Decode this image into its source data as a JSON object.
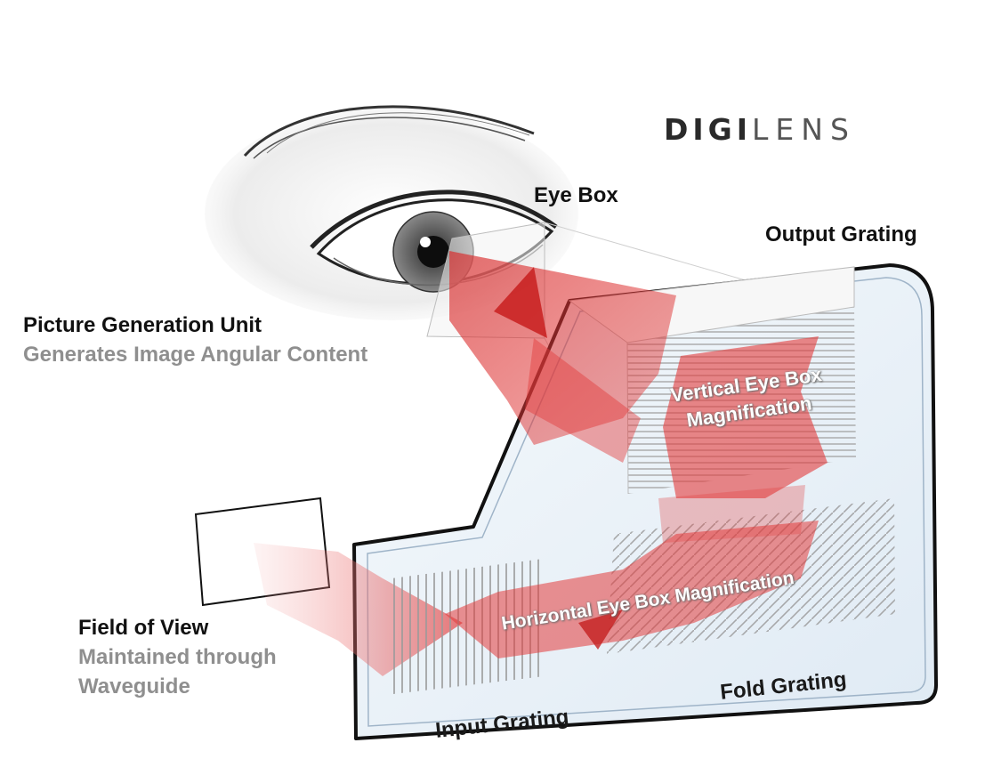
{
  "logo": {
    "part_bold": "DIGI",
    "part_light": "LENS"
  },
  "labels": {
    "eye_box": "Eye Box",
    "output_grating": "Output Grating",
    "pgu_title": "Picture Generation Unit",
    "pgu_subtitle": "Generates Image Angular Content",
    "fov_title": "Field of View",
    "fov_subtitle_line1": "Maintained through",
    "fov_subtitle_line2": "Waveguide",
    "input_grating": "Input Grating",
    "fold_grating": "Fold Grating",
    "vertical_line1": "Vertical Eye Box",
    "vertical_line2": "Magnification",
    "horizontal": "Horizontal Eye Box Magnification"
  },
  "colors": {
    "beam_red": "#e63b3b",
    "beam_light": "#f4a6a6",
    "waveguide_tint": "#e6f0f8",
    "outline": "#1a1a1a",
    "subtitle_gray": "#8f8f8f"
  }
}
